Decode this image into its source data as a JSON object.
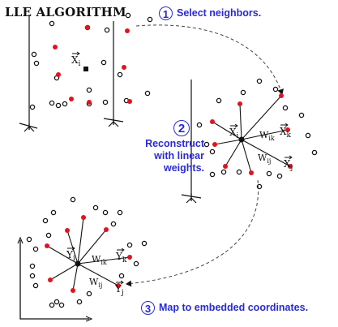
{
  "title": "LLE ALGORITHM",
  "steps": [
    {
      "number": "1",
      "text": "Select neighbors."
    },
    {
      "number": "2",
      "line1": "Reconstruct",
      "line2": "with linear",
      "line3": "weights."
    },
    {
      "number": "3",
      "text": "Map to embedded coordinates."
    }
  ],
  "labels": {
    "xi": "X",
    "xi_sub": "i",
    "xi2": "X",
    "xi2_sub": "i",
    "xk": "X",
    "xk_sub": "k",
    "xj": "X",
    "xj_sub": "j",
    "wik": "W",
    "wik_sub": "ik",
    "wij": "W",
    "wij_sub": "ij",
    "yi": "Y",
    "yi_sub": "i",
    "yk": "Y",
    "yk_sub": "k",
    "yj": "Y",
    "yj_sub": "j",
    "wik2": "W",
    "wik2_sub": "ik",
    "wij2": "W",
    "wij2_sub": "ij"
  },
  "colors": {
    "accent": "#2b2bd0",
    "neighbor": "#e0141e",
    "point": "#111111"
  }
}
